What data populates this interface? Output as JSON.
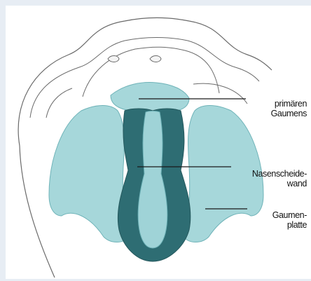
{
  "labels": {
    "primary_palate": {
      "line1": "primären",
      "line2": "Gaumens"
    },
    "nasal_septum": {
      "line1": "Nasenscheide-",
      "line2": "wand"
    },
    "palatal_plates": {
      "line1": "Gaumen-",
      "line2": "platte"
    }
  },
  "colors": {
    "background": "#e7edf4",
    "canvas": "#ffffff",
    "outline": "#6a6a6a",
    "tissue_light": "#a6d7da",
    "tissue_mid": "#6fb3b8",
    "tissue_dark": "#2e6d73",
    "septum": "#9fd3d7",
    "leader_line": "#1a1a1a"
  }
}
